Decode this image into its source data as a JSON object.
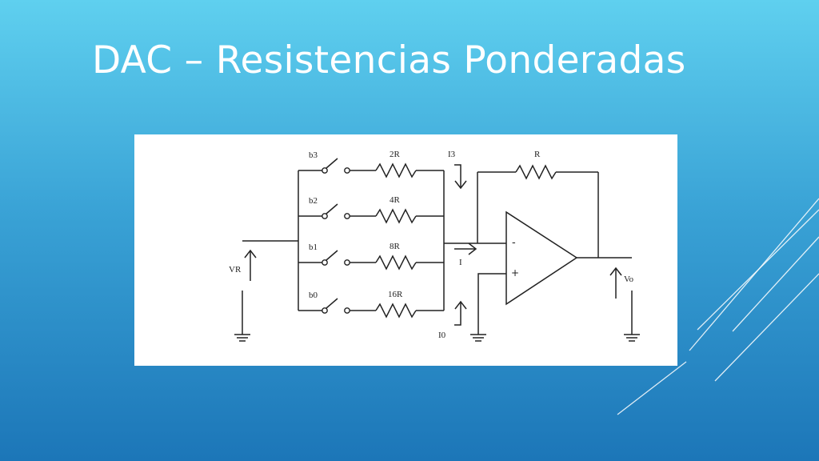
{
  "slide": {
    "title": "DAC – Resistencias Ponderadas"
  },
  "circuit": {
    "reference_label": "VR",
    "branches": [
      {
        "bit": "b3",
        "resistor": "2R"
      },
      {
        "bit": "b2",
        "resistor": "4R"
      },
      {
        "bit": "b1",
        "resistor": "8R"
      },
      {
        "bit": "b0",
        "resistor": "16R"
      }
    ],
    "current_labels": {
      "top": "I3",
      "middle": "I",
      "bottom": "I0"
    },
    "feedback_resistor": "R",
    "opamp": {
      "inverting": "-",
      "noninverting": "+"
    },
    "output_label": "Vo"
  },
  "colors": {
    "background_top": "#5fd0ef",
    "background_bottom": "#1c76b8",
    "title": "#ffffff",
    "panel": "#ffffff",
    "wire": "#222222"
  }
}
